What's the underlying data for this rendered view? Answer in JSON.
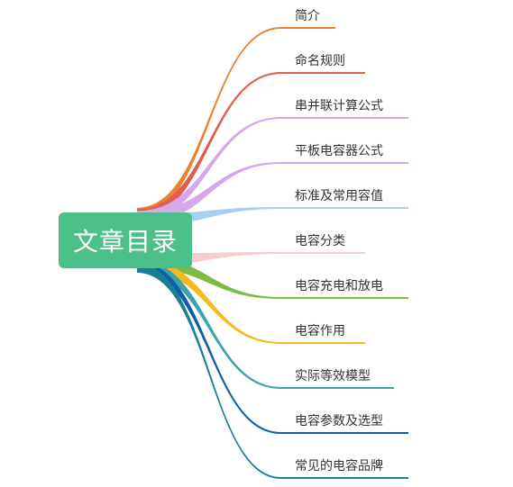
{
  "root": {
    "label": "文章目录",
    "color": "#4dbf88"
  },
  "branches": [
    {
      "label": "简介",
      "color": "#e8822d"
    },
    {
      "label": "命名规则",
      "color": "#e35d4f"
    },
    {
      "label": "串并联计算公式",
      "color": "#d4a8ea"
    },
    {
      "label": "平板电容器公式",
      "color": "#d4a8ea"
    },
    {
      "label": "标准及常用容值",
      "color": "#a5cff4"
    },
    {
      "label": "电容分类",
      "color": "#f7cccc"
    },
    {
      "label": "电容充电和放电",
      "color": "#7cbc45"
    },
    {
      "label": "电容作用",
      "color": "#f7b91d"
    },
    {
      "label": "实际等效模型",
      "color": "#3da3a6"
    },
    {
      "label": "电容参数及选型",
      "color": "#0f5ca8"
    },
    {
      "label": "常见的电容品牌",
      "color": "#1b7f94"
    }
  ]
}
